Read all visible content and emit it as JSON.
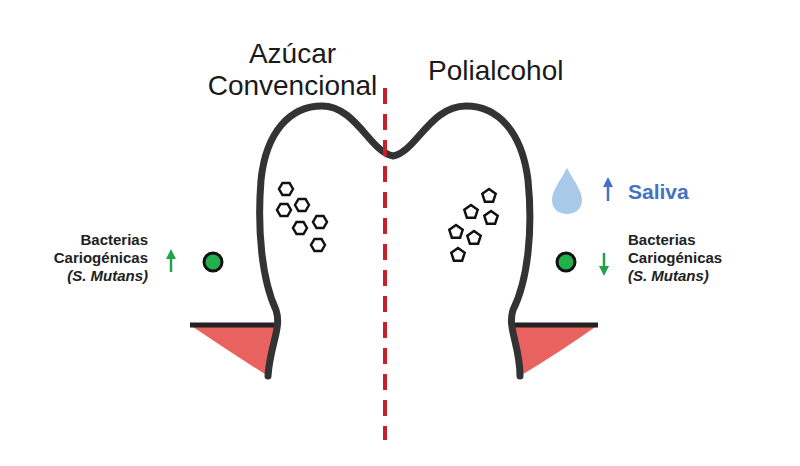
{
  "diagram": {
    "labels": [
      "Azúcar Convencional",
      "Polialcohol",
      "Bacterias Cariogénicas",
      "(S. Mutans)",
      "Saliva",
      "Bacterias Cariogénicas",
      "(S. Mutans)"
    ]
  }
}
